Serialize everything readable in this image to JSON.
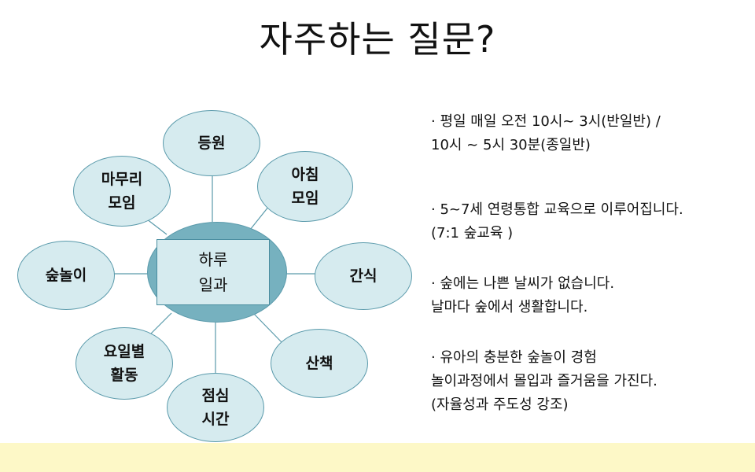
{
  "title": "자주하는 질문?",
  "diagram": {
    "center": {
      "lines": [
        "하루",
        "일과"
      ]
    },
    "nodes": [
      {
        "id": "drop-off",
        "lines": [
          "등원"
        ]
      },
      {
        "id": "morning-meeting",
        "lines": [
          "아침",
          "모임"
        ]
      },
      {
        "id": "snack",
        "lines": [
          "간식"
        ]
      },
      {
        "id": "walk",
        "lines": [
          "산책"
        ]
      },
      {
        "id": "lunch",
        "lines": [
          "점심",
          "시간"
        ]
      },
      {
        "id": "weekday-activity",
        "lines": [
          "요일별",
          "활동"
        ]
      },
      {
        "id": "forest-play",
        "lines": [
          "숲놀이"
        ]
      },
      {
        "id": "closing-meeting",
        "lines": [
          "마무리",
          "모임"
        ]
      }
    ],
    "colors": {
      "node_fill": "#d6ebef",
      "center_fill": "#76b1bf",
      "stroke": "#5a9aab"
    }
  },
  "faq": [
    {
      "lines": [
        "·  평일 매일 오전 10시~ 3시(반일반) /",
        "   10시 ~ 5시 30분(종일반)"
      ]
    },
    {
      "lines": [
        "· 5~7세 연령통합 교육으로 이루어집니다.",
        "  (7:1 숲교육 )"
      ]
    },
    {
      "lines": [
        "· 숲에는 나쁜 날씨가 없습니다.",
        "  날마다 숲에서 생활합니다."
      ]
    },
    {
      "lines": [
        "· 유아의 충분한 숲놀이 경험",
        "  놀이과정에서 몰입과 즐거움을 가진다.",
        "  (자율성과 주도성 강조)"
      ]
    }
  ],
  "footer": {
    "color": "#fdf8c7"
  }
}
